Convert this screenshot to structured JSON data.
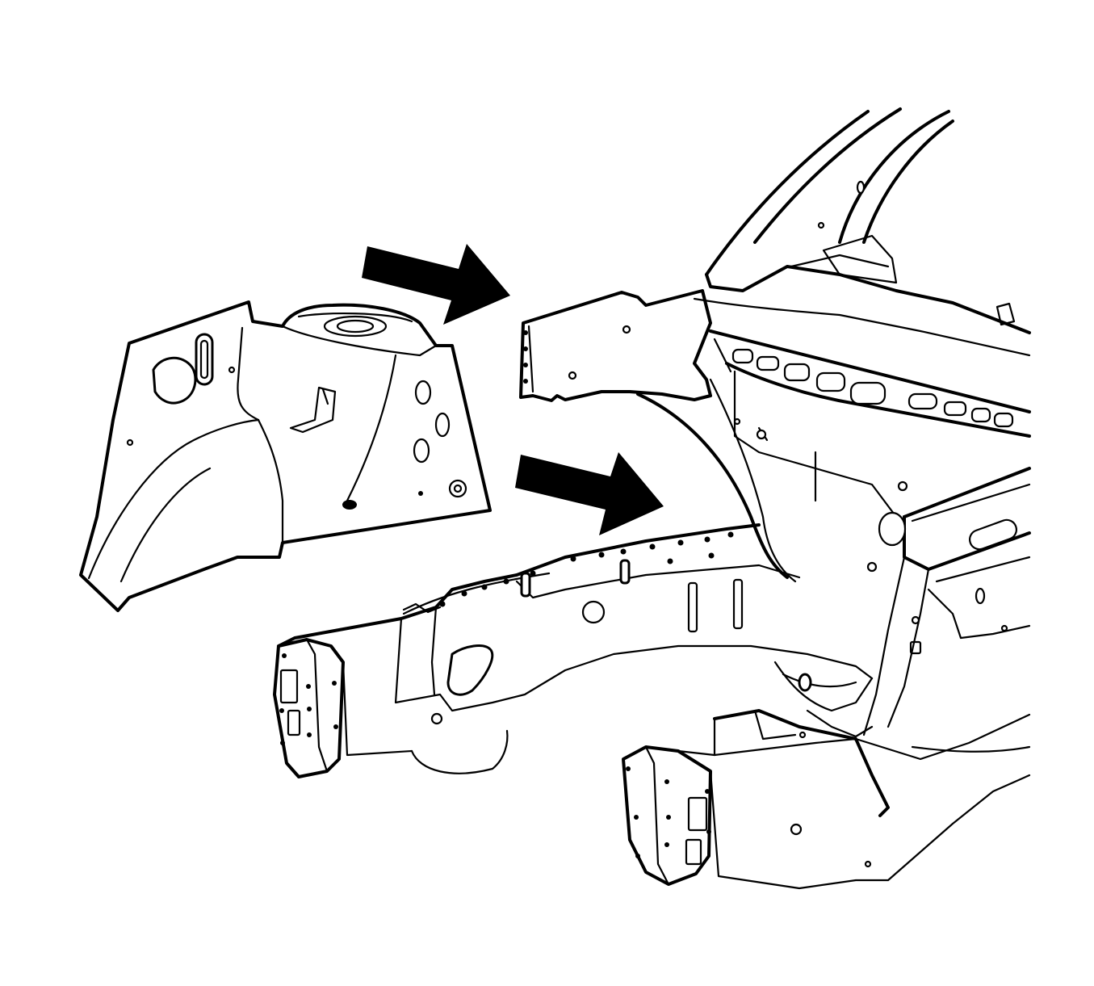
{
  "figure": {
    "description_free": true,
    "colors": {
      "line": "#000000",
      "background": "#ffffff",
      "highlight_stipple": "#000000"
    },
    "parts": [
      {
        "key": "wheelhouse_panel",
        "highlighted": true,
        "style": "stippled"
      },
      {
        "key": "vehicle_structure",
        "highlighted": false,
        "style": "line-art"
      }
    ],
    "arrows": [
      {
        "key": "upper",
        "direction": "right"
      },
      {
        "key": "lower",
        "direction": "right"
      }
    ]
  }
}
